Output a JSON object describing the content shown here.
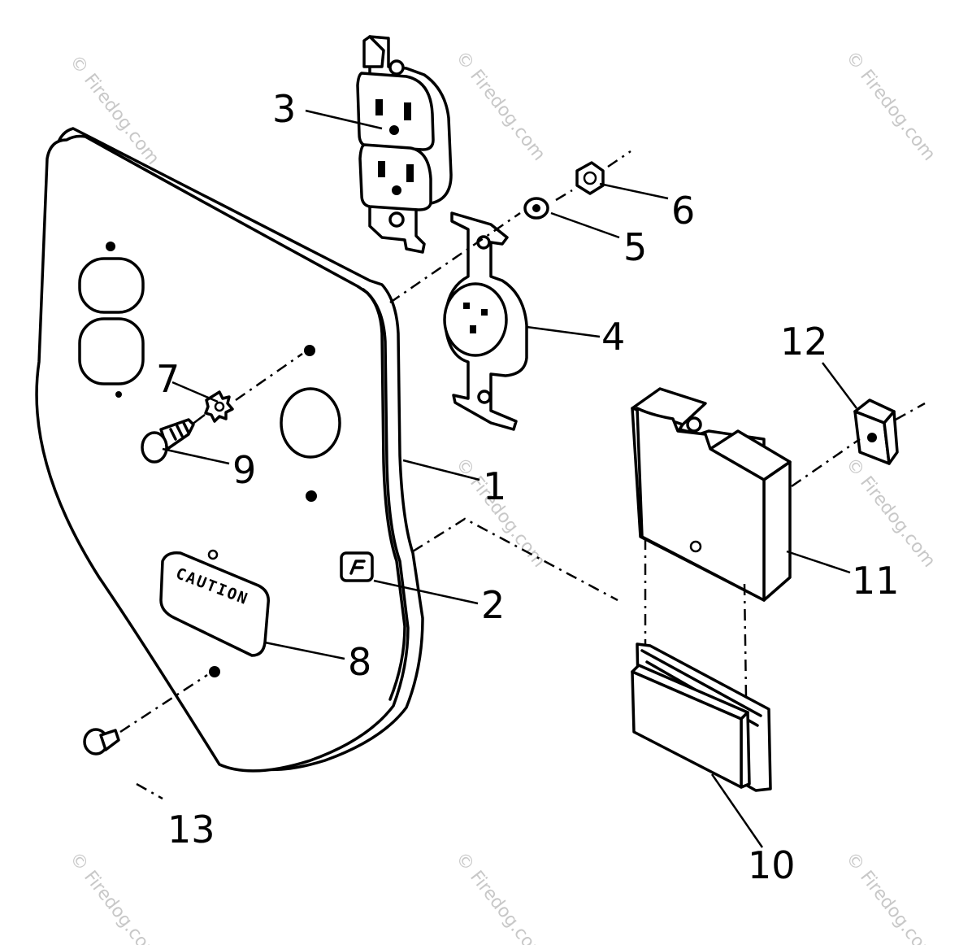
{
  "watermark": "© Firedog.com",
  "caution_label": "CAUTION",
  "callouts": {
    "c1": "1",
    "c2": "2",
    "c3": "3",
    "c4": "4",
    "c5": "5",
    "c6": "6",
    "c7": "7",
    "c8": "8",
    "c9": "9",
    "c10": "10",
    "c11": "11",
    "c12": "12",
    "c13": "13"
  }
}
